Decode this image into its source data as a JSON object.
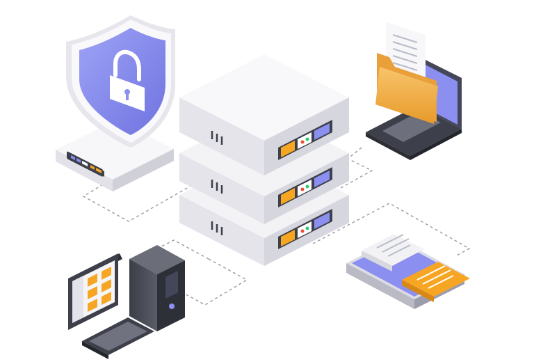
{
  "diagram": {
    "nodes": [
      {
        "id": "security-gateway",
        "icon": "shield-lock-icon",
        "label": ""
      },
      {
        "id": "server-rack",
        "icon": "server-rack-icon",
        "units": 3,
        "label": ""
      },
      {
        "id": "laptop",
        "icon": "laptop-folder-icon",
        "label": ""
      },
      {
        "id": "desktop-computer",
        "icon": "desktop-pc-icon",
        "label": ""
      },
      {
        "id": "tablet",
        "icon": "tablet-documents-icon",
        "label": ""
      }
    ],
    "connections": [
      {
        "from": "security-gateway",
        "to": "server-rack",
        "style": "dashed"
      },
      {
        "from": "server-rack",
        "to": "laptop",
        "style": "dashed"
      },
      {
        "from": "server-rack",
        "to": "desktop-computer",
        "style": "dashed"
      },
      {
        "from": "server-rack",
        "to": "tablet",
        "style": "dashed"
      }
    ]
  },
  "colors": {
    "accent_purple": "#8b8ff0",
    "accent_orange": "#f6a623",
    "device_dark": "#3d3f4a",
    "device_light": "#eeeef2",
    "connector_gray": "#9aa0aa"
  }
}
